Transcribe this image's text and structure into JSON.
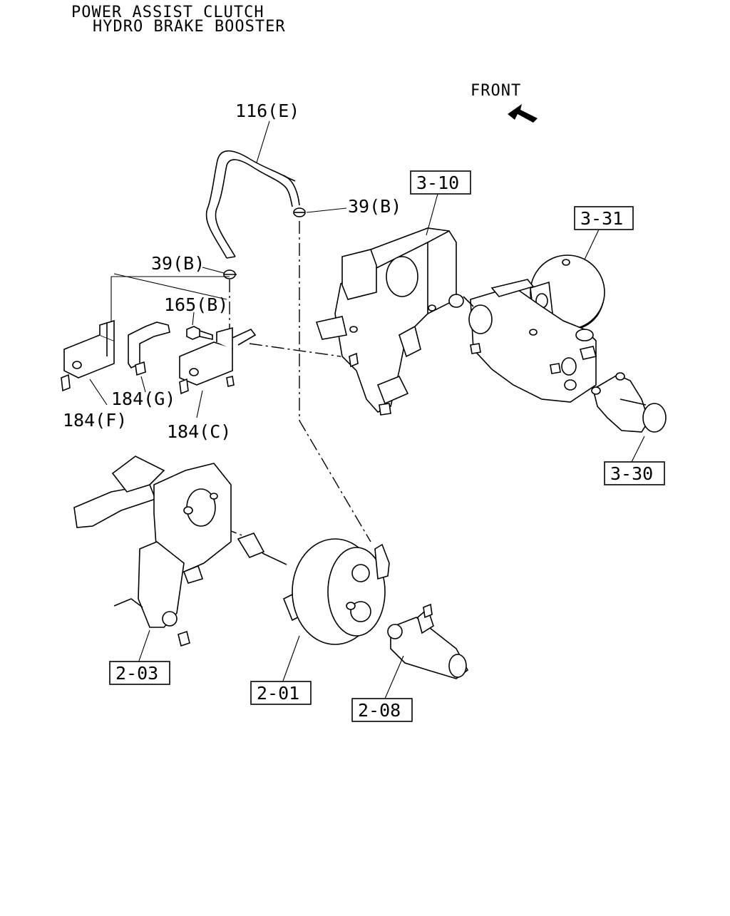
{
  "title": {
    "line1": "POWER ASSIST CLUTCH",
    "line2": "HYDRO BRAKE BOOSTER"
  },
  "front": {
    "label": "FRONT",
    "icon": "front-arrow-icon"
  },
  "callouts": {
    "hose_116e": "116(E)",
    "clip_39b_upper": "39(B)",
    "clip_39b_lower": "39(B)",
    "bolt_165b": "165(B)",
    "bracket_184g": "184(G)",
    "bracket_184f": "184(F)",
    "bracket_184c": "184(C)"
  },
  "references": {
    "ref_3_10": "3-10",
    "ref_3_31": "3-31",
    "ref_3_30": "3-30",
    "ref_2_03": "2-03",
    "ref_2_01": "2-01",
    "ref_2_08": "2-08"
  }
}
